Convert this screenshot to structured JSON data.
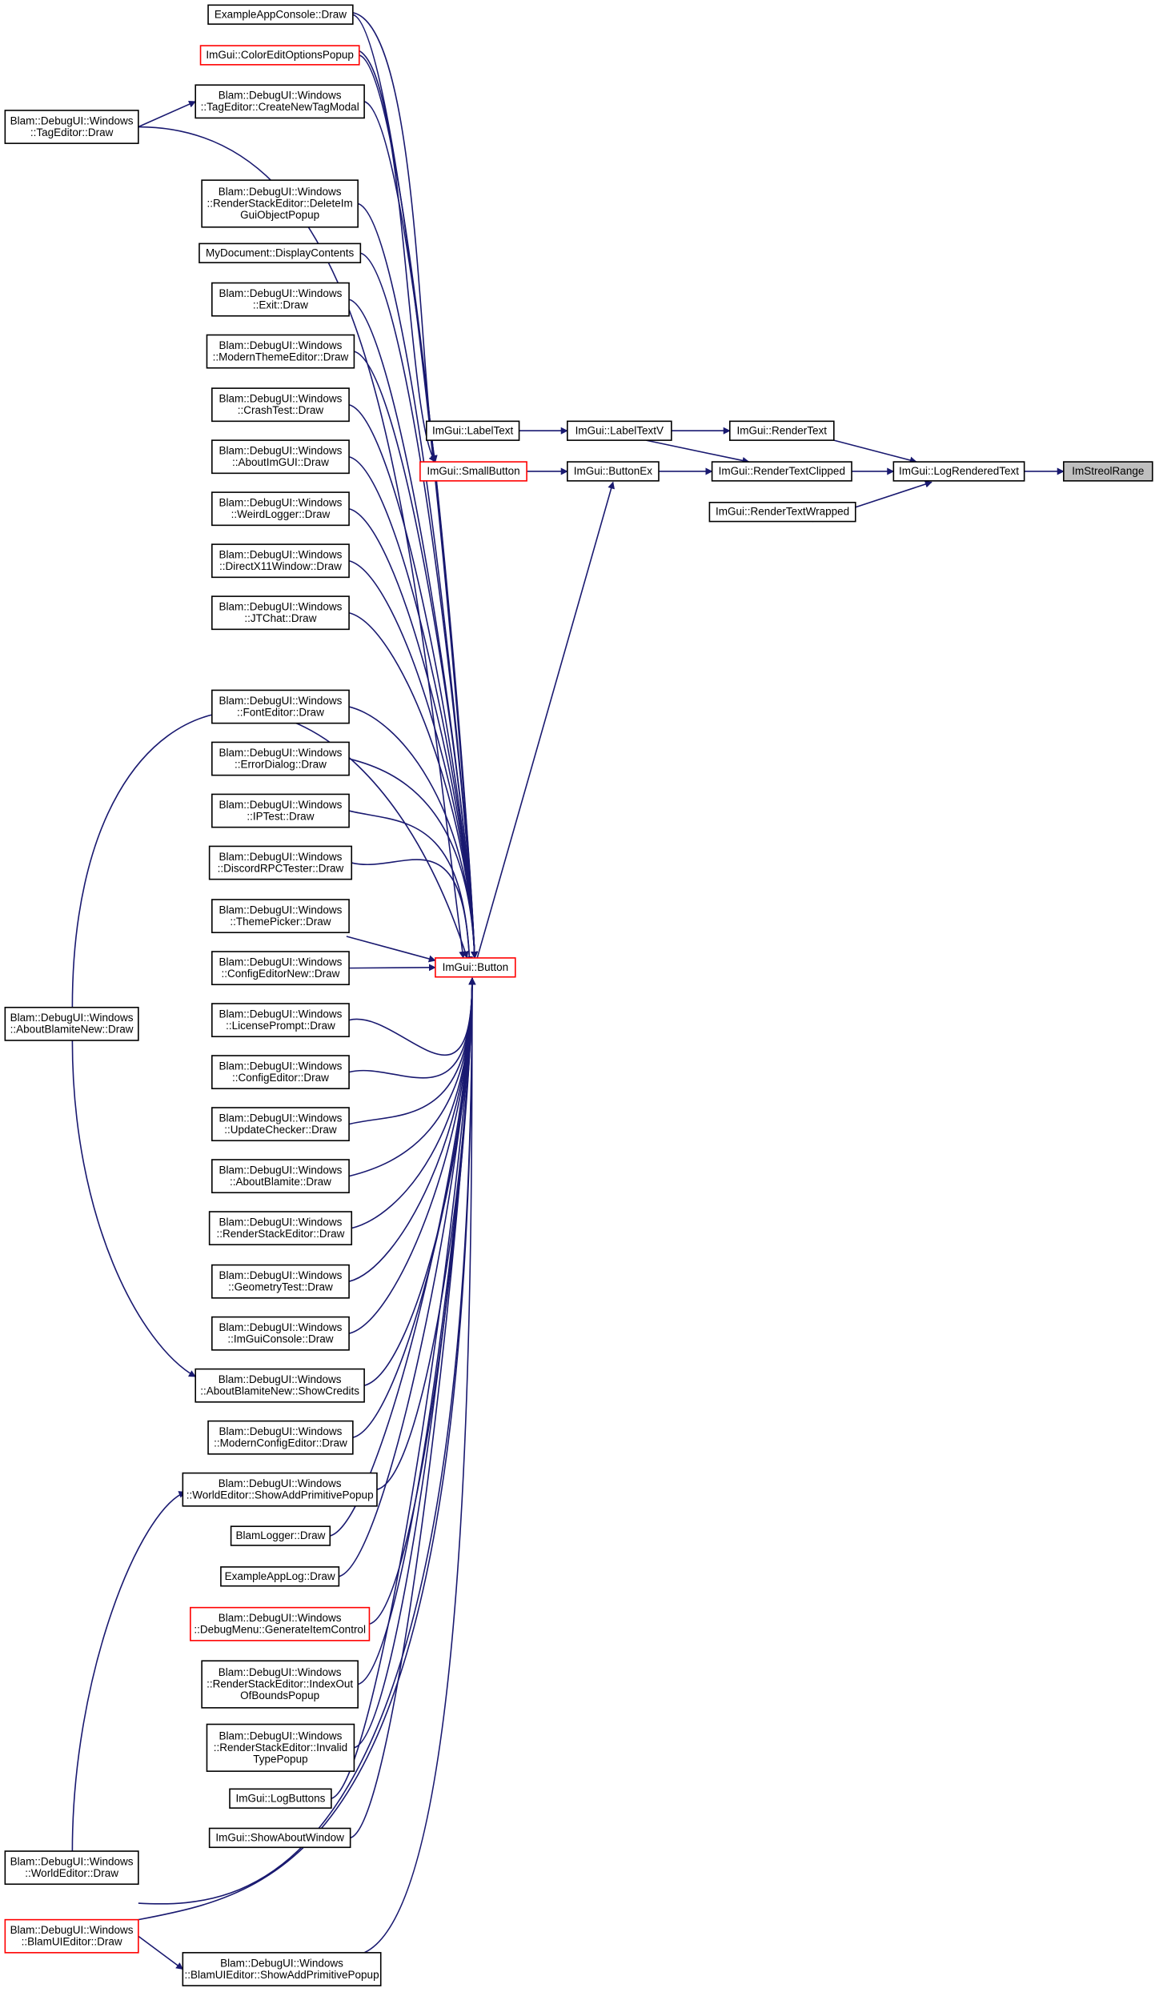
{
  "colors": {
    "edge": "#191970",
    "node_border": "#000000",
    "truncated_border": "#ff0000",
    "selected_fill": "#bfbfbf",
    "node_fill": "#ffffff"
  },
  "nodes": [
    {
      "id": "target",
      "lines": [
        "ImStreolRange"
      ],
      "selected": true
    },
    {
      "id": "logrenderedtext",
      "lines": [
        "ImGui::LogRenderedText"
      ]
    },
    {
      "id": "rendertext",
      "lines": [
        "ImGui::RenderText"
      ]
    },
    {
      "id": "rendertextclipped",
      "lines": [
        "ImGui::RenderTextClipped"
      ]
    },
    {
      "id": "rendertextwrapped",
      "lines": [
        "ImGui::RenderTextWrapped"
      ]
    },
    {
      "id": "labeltextv",
      "lines": [
        "ImGui::LabelTextV"
      ]
    },
    {
      "id": "buttonex",
      "lines": [
        "ImGui::ButtonEx"
      ]
    },
    {
      "id": "labeltext",
      "lines": [
        "ImGui::LabelText"
      ]
    },
    {
      "id": "smallbutton",
      "lines": [
        "ImGui::SmallButton"
      ],
      "truncated": true
    },
    {
      "id": "button",
      "lines": [
        "ImGui::Button"
      ],
      "truncated": true
    },
    {
      "id": "exconsole",
      "lines": [
        "ExampleAppConsole::Draw"
      ]
    },
    {
      "id": "coloredit",
      "lines": [
        "ImGui::ColorEditOptionsPopup"
      ],
      "truncated": true
    },
    {
      "id": "createtag",
      "lines": [
        "Blam::DebugUI::Windows",
        "::TagEditor::CreateNewTagModal"
      ]
    },
    {
      "id": "tageditor",
      "lines": [
        "Blam::DebugUI::Windows",
        "::TagEditor::Draw"
      ]
    },
    {
      "id": "deleteimgui",
      "lines": [
        "Blam::DebugUI::Windows",
        "::RenderStackEditor::DeleteIm",
        "GuiObjectPopup"
      ]
    },
    {
      "id": "mydoc",
      "lines": [
        "MyDocument::DisplayContents"
      ]
    },
    {
      "id": "exit",
      "lines": [
        "Blam::DebugUI::Windows",
        "::Exit::Draw"
      ]
    },
    {
      "id": "moderntheme",
      "lines": [
        "Blam::DebugUI::Windows",
        "::ModernThemeEditor::Draw"
      ]
    },
    {
      "id": "crashtest",
      "lines": [
        "Blam::DebugUI::Windows",
        "::CrashTest::Draw"
      ]
    },
    {
      "id": "aboutimgui",
      "lines": [
        "Blam::DebugUI::Windows",
        "::AboutImGUI::Draw"
      ]
    },
    {
      "id": "weirdlogger",
      "lines": [
        "Blam::DebugUI::Windows",
        "::WeirdLogger::Draw"
      ]
    },
    {
      "id": "directx",
      "lines": [
        "Blam::DebugUI::Windows",
        "::DirectX11Window::Draw"
      ]
    },
    {
      "id": "jtchat",
      "lines": [
        "Blam::DebugUI::Windows",
        "::JTChat::Draw"
      ]
    },
    {
      "id": "fonteditor",
      "lines": [
        "Blam::DebugUI::Windows",
        "::FontEditor::Draw"
      ]
    },
    {
      "id": "errordialog",
      "lines": [
        "Blam::DebugUI::Windows",
        "::ErrorDialog::Draw"
      ]
    },
    {
      "id": "iptest",
      "lines": [
        "Blam::DebugUI::Windows",
        "::IPTest::Draw"
      ]
    },
    {
      "id": "discord",
      "lines": [
        "Blam::DebugUI::Windows",
        "::DiscordRPCTester::Draw"
      ]
    },
    {
      "id": "themepicker",
      "lines": [
        "Blam::DebugUI::Windows",
        "::ThemePicker::Draw"
      ]
    },
    {
      "id": "configeditornew",
      "lines": [
        "Blam::DebugUI::Windows",
        "::ConfigEditorNew::Draw"
      ]
    },
    {
      "id": "aboutblamitenew",
      "lines": [
        "Blam::DebugUI::Windows",
        "::AboutBlamiteNew::Draw"
      ]
    },
    {
      "id": "license",
      "lines": [
        "Blam::DebugUI::Windows",
        "::LicensePrompt::Draw"
      ]
    },
    {
      "id": "configeditor",
      "lines": [
        "Blam::DebugUI::Windows",
        "::ConfigEditor::Draw"
      ]
    },
    {
      "id": "updatechecker",
      "lines": [
        "Blam::DebugUI::Windows",
        "::UpdateChecker::Draw"
      ]
    },
    {
      "id": "aboutblamite",
      "lines": [
        "Blam::DebugUI::Windows",
        "::AboutBlamite::Draw"
      ]
    },
    {
      "id": "renderstack",
      "lines": [
        "Blam::DebugUI::Windows",
        "::RenderStackEditor::Draw"
      ]
    },
    {
      "id": "geometry",
      "lines": [
        "Blam::DebugUI::Windows",
        "::GeometryTest::Draw"
      ]
    },
    {
      "id": "imguiconsole",
      "lines": [
        "Blam::DebugUI::Windows",
        "::ImGuiConsole::Draw"
      ]
    },
    {
      "id": "showcredits",
      "lines": [
        "Blam::DebugUI::Windows",
        "::AboutBlamiteNew::ShowCredits"
      ]
    },
    {
      "id": "modernconfig",
      "lines": [
        "Blam::DebugUI::Windows",
        "::ModernConfigEditor::Draw"
      ]
    },
    {
      "id": "worldaddprim",
      "lines": [
        "Blam::DebugUI::Windows",
        "::WorldEditor::ShowAddPrimitivePopup"
      ]
    },
    {
      "id": "blamlogger",
      "lines": [
        "BlamLogger::Draw"
      ]
    },
    {
      "id": "exapplog",
      "lines": [
        "ExampleAppLog::Draw"
      ]
    },
    {
      "id": "debugmenu",
      "lines": [
        "Blam::DebugUI::Windows",
        "::DebugMenu::GenerateItemControl"
      ],
      "truncated": true
    },
    {
      "id": "indexout",
      "lines": [
        "Blam::DebugUI::Windows",
        "::RenderStackEditor::IndexOut",
        "OfBoundsPopup"
      ]
    },
    {
      "id": "invalidtype",
      "lines": [
        "Blam::DebugUI::Windows",
        "::RenderStackEditor::Invalid",
        "TypePopup"
      ]
    },
    {
      "id": "logbuttons",
      "lines": [
        "ImGui::LogButtons"
      ]
    },
    {
      "id": "showabout",
      "lines": [
        "ImGui::ShowAboutWindow"
      ]
    },
    {
      "id": "worldeditor",
      "lines": [
        "Blam::DebugUI::Windows",
        "::WorldEditor::Draw"
      ]
    },
    {
      "id": "blamuieditor",
      "lines": [
        "Blam::DebugUI::Windows",
        "::BlamUIEditor::Draw"
      ],
      "truncated": true
    },
    {
      "id": "blamuiaddprim",
      "lines": [
        "Blam::DebugUI::Windows",
        "::BlamUIEditor::ShowAddPrimitivePopup"
      ]
    }
  ]
}
